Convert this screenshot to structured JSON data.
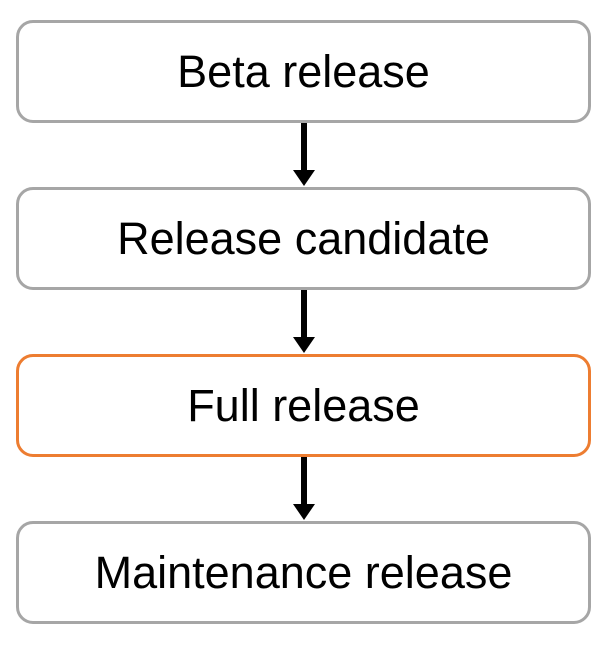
{
  "diagram": {
    "type": "flowchart-vertical",
    "nodes": [
      {
        "id": "beta",
        "label": "Beta release",
        "highlighted": false
      },
      {
        "id": "rc",
        "label": "Release candidate",
        "highlighted": false
      },
      {
        "id": "full",
        "label": "Full release",
        "highlighted": true
      },
      {
        "id": "maintenance",
        "label": "Maintenance release",
        "highlighted": false
      }
    ],
    "edges": [
      {
        "from": "Beta release",
        "to": "Release candidate"
      },
      {
        "from": "Release candidate",
        "to": "Full release"
      },
      {
        "from": "Full release",
        "to": "Maintenance release"
      }
    ],
    "colors": {
      "default_border": "#a6a6a6",
      "highlight_border": "#ed7d31",
      "arrow": "#000000",
      "text": "#000000",
      "background": "#ffffff"
    }
  }
}
